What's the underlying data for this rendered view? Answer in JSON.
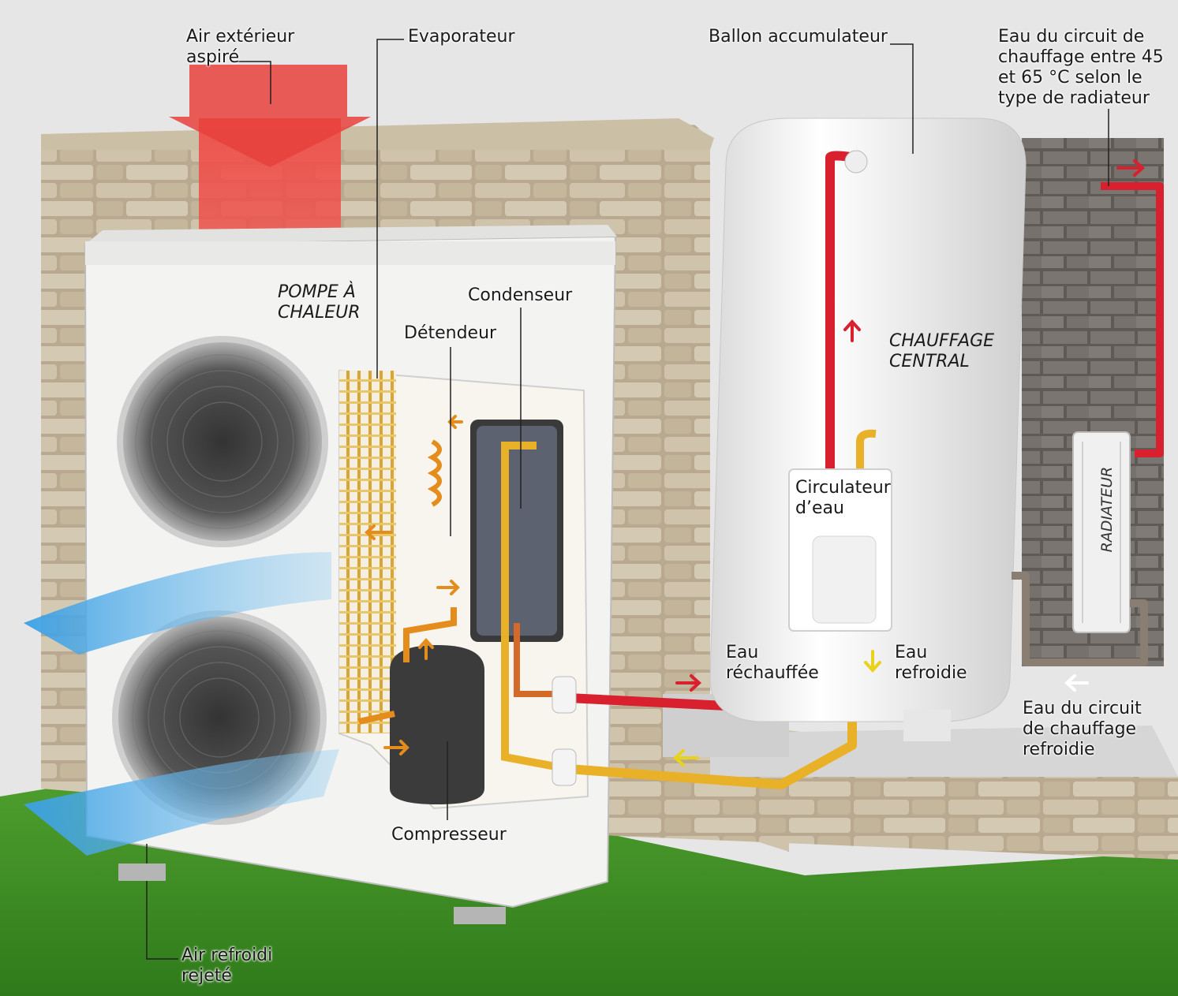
{
  "labels": {
    "air_ext_1": "Air extérieur",
    "air_ext_2": "aspiré",
    "evaporateur": "Evaporateur",
    "ballon": "Ballon accumulateur",
    "eau_circuit_1": "Eau du circuit de",
    "eau_circuit_2": "chauffage entre 45",
    "eau_circuit_3": "et 65 °C selon le",
    "eau_circuit_4": "type de radiateur",
    "pompe_1": "POMPE À",
    "pompe_2": "CHALEUR",
    "condenseur": "Condenseur",
    "detendeur": "Détendeur",
    "chauffage_1": "CHAUFFAGE",
    "chauffage_2": "CENTRAL",
    "circulateur_1": "Circulateur",
    "circulateur_2": "d’eau",
    "radiateur": "RADIATEUR",
    "eau_rech_1": "Eau",
    "eau_rech_2": "réchauffée",
    "eau_ref_1": "Eau",
    "eau_ref_2": "refroidie",
    "eau_circ_ref_1": "Eau du circuit",
    "eau_circ_ref_2": "de chauffage",
    "eau_circ_ref_3": "refroidie",
    "compresseur": "Compresseur",
    "air_refroidi_1": "Air refroidi",
    "air_refroidi_2": "rejeté"
  },
  "colors": {
    "hot_pipe": "#d8202e",
    "cold_pipe": "#e9b128",
    "cold_air": "#4aa8e8",
    "warm_air": "#e8413c"
  }
}
